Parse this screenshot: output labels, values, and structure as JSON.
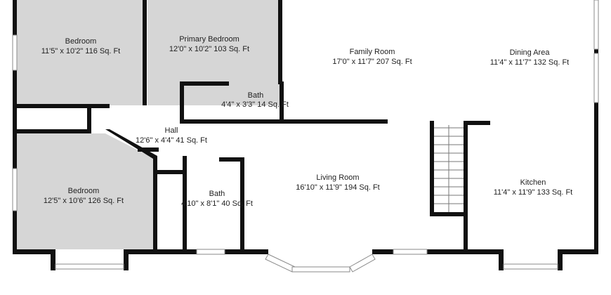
{
  "colors": {
    "wall": "#111111",
    "shaded_room": "#d6d6d6",
    "background": "#ffffff",
    "window_frame": "#8a8a8a",
    "text": "#222222"
  },
  "rooms": {
    "bedroom_1": {
      "name": "Bedroom",
      "dims": "11'5\" x 10'2\" 116 Sq. Ft"
    },
    "primary_bedroom": {
      "name": "Primary Bedroom",
      "dims": "12'0\" x 10'2\" 103 Sq. Ft"
    },
    "family_room": {
      "name": "Family Room",
      "dims": "17'0\" x 11'7\" 207 Sq. Ft"
    },
    "dining_area": {
      "name": "Dining Area",
      "dims": "11'4\" x 11'7\" 132 Sq. Ft"
    },
    "bath_1": {
      "name": "Bath",
      "dims": "4'4\" x 3'3\" 14 Sq. Ft"
    },
    "hall": {
      "name": "Hall",
      "dims": "12'6\" x 4'4\" 41 Sq. Ft"
    },
    "bedroom_2": {
      "name": "Bedroom",
      "dims": "12'5\" x 10'6\" 126 Sq. Ft"
    },
    "living_room": {
      "name": "Living Room",
      "dims": "16'10\" x 11'9\" 194 Sq. Ft"
    },
    "kitchen": {
      "name": "Kitchen",
      "dims": "11'4\" x 11'9\" 133 Sq. Ft"
    },
    "bath_2": {
      "name": "Bath",
      "dims": "4'10\" x 8'1\" 40 Sq. Ft"
    }
  }
}
